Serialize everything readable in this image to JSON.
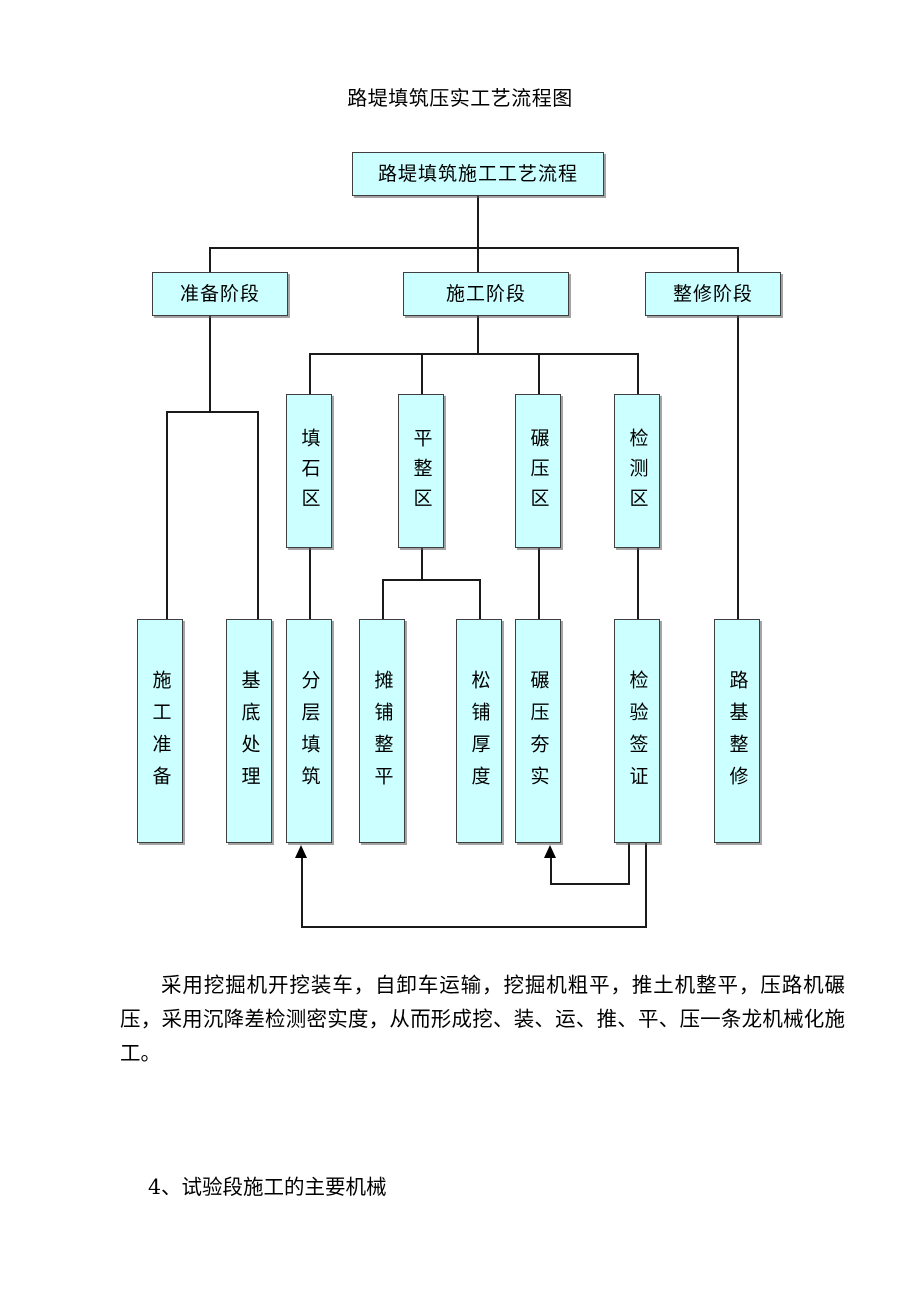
{
  "document": {
    "title": "路堤填筑压实工艺流程图",
    "paragraph": "采用挖掘机开挖装车，自卸车运输，挖掘机粗平，推土机整平，压路机碾压，采用沉降差检测密实度，从而形成挖、装、运、推、平、压一条龙机械化施工。",
    "section_heading": "4、试验段施工的主要机械"
  },
  "chart_data": {
    "type": "diagram",
    "title": "路堤填筑压实工艺流程图",
    "node_fill": "#ccffff",
    "node_border": "#3f3f3f",
    "line_color": "#1a1a1a",
    "nodes": {
      "root": "路堤填筑施工工艺流程",
      "stage_prepare": "准备阶段",
      "stage_construct": "施工阶段",
      "stage_finish": "整修阶段",
      "zone_fill_stone": "填石区",
      "zone_level": "平整区",
      "zone_compact": "碾压区",
      "zone_inspect": "检测区",
      "task_construction_prep": "施工准备",
      "task_base_treatment": "基底处理",
      "task_layered_fill": "分层填筑",
      "task_spread_level": "摊铺整平",
      "task_loose_thickness": "松铺厚度",
      "task_compaction": "碾压夯实",
      "task_inspection_sign": "检验签证",
      "task_subgrade_finish": "路基整修"
    },
    "edges": [
      {
        "from": "root",
        "to": "stage_prepare"
      },
      {
        "from": "root",
        "to": "stage_construct"
      },
      {
        "from": "root",
        "to": "stage_finish"
      },
      {
        "from": "stage_prepare",
        "to": "task_construction_prep"
      },
      {
        "from": "stage_prepare",
        "to": "task_base_treatment"
      },
      {
        "from": "stage_construct",
        "to": "zone_fill_stone"
      },
      {
        "from": "stage_construct",
        "to": "zone_level"
      },
      {
        "from": "stage_construct",
        "to": "zone_compact"
      },
      {
        "from": "stage_construct",
        "to": "zone_inspect"
      },
      {
        "from": "zone_fill_stone",
        "to": "task_layered_fill"
      },
      {
        "from": "zone_level",
        "to": "task_spread_level"
      },
      {
        "from": "zone_level",
        "to": "task_loose_thickness"
      },
      {
        "from": "zone_compact",
        "to": "task_compaction"
      },
      {
        "from": "zone_inspect",
        "to": "task_inspection_sign"
      },
      {
        "from": "stage_finish",
        "to": "task_subgrade_finish"
      },
      {
        "from": "task_inspection_sign",
        "to": "task_compaction",
        "kind": "feedback"
      },
      {
        "from": "task_inspection_sign",
        "to": "task_layered_fill",
        "kind": "feedback"
      }
    ]
  }
}
